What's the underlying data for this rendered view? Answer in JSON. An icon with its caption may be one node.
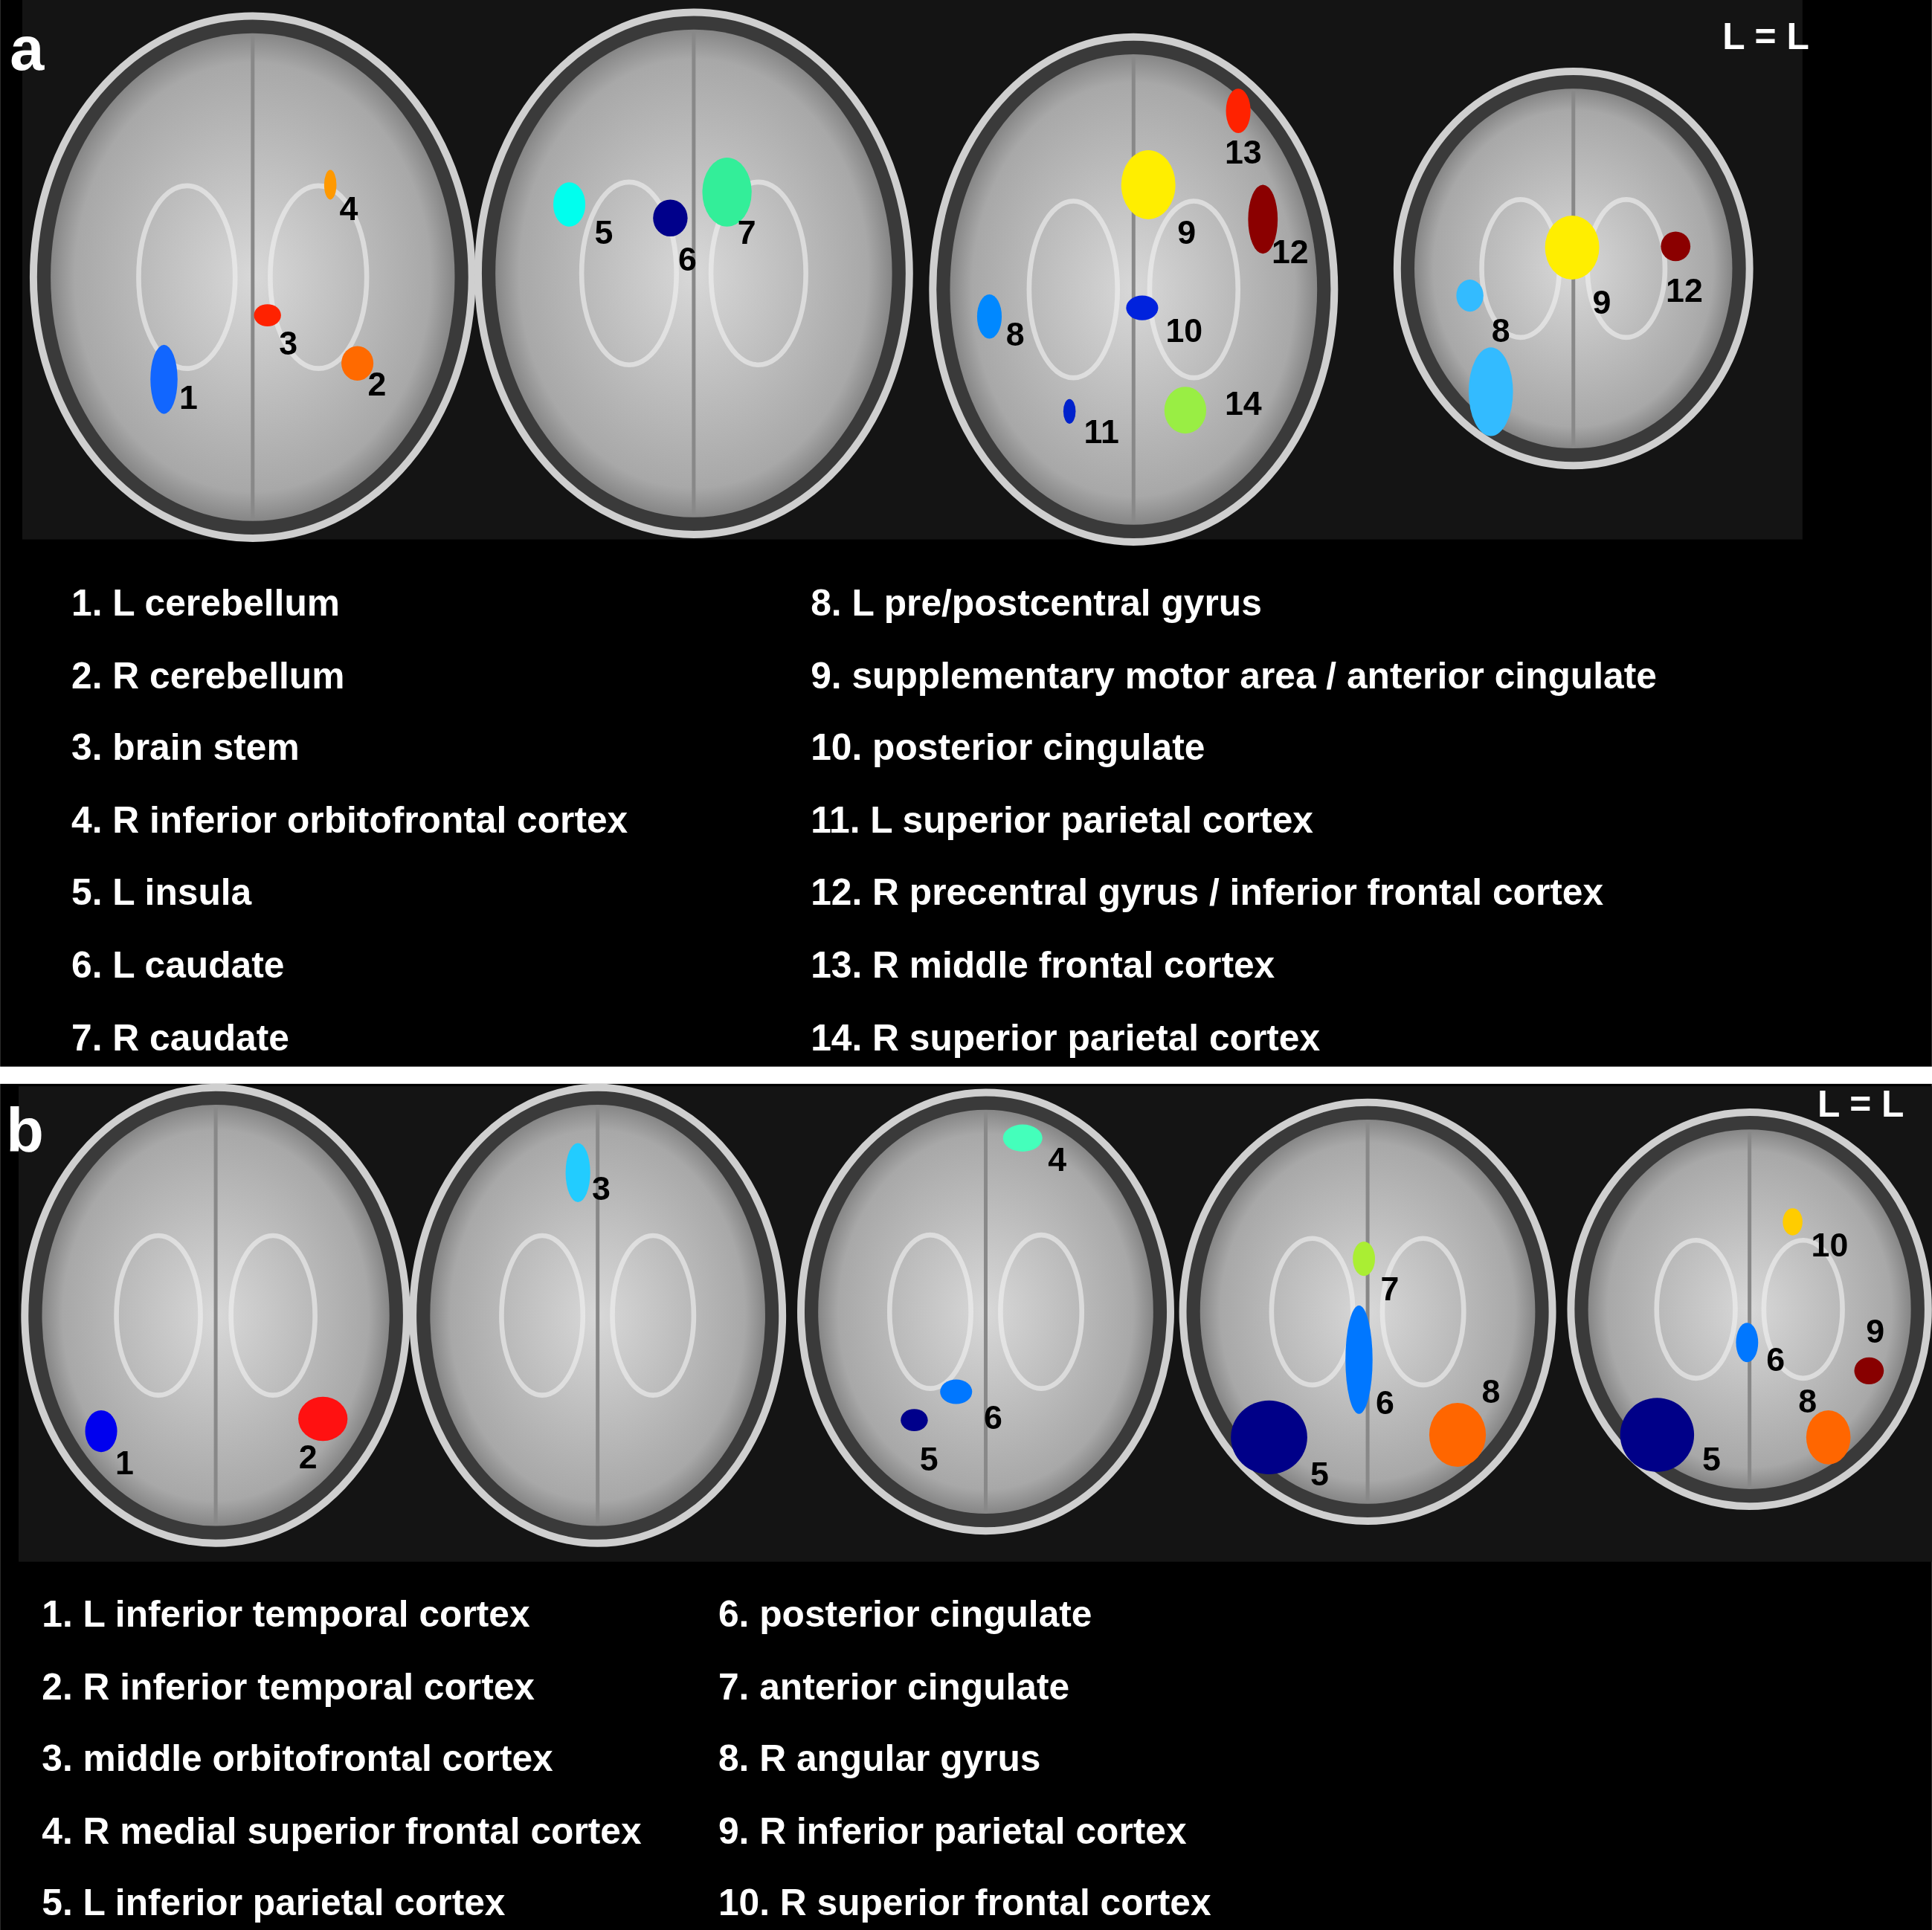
{
  "diagram": {
    "labels": [
      "a",
      "L = L",
      "4",
      "3",
      "1",
      "2",
      "5",
      "6",
      "7",
      "13",
      "9",
      "12",
      "8",
      "10",
      "11",
      "14",
      "9",
      "12",
      "8",
      "1. L cerebellum",
      "2. R cerebellum",
      "3. brain stem",
      "4. R inferior orbitofrontal cortex",
      "5. L insula",
      "6. L caudate",
      "7. R caudate",
      "8. L pre/postcentral gyrus",
      "9. supplementary motor area / anterior cingulate",
      "10. posterior cingulate",
      "11. L superior parietal cortex",
      "12. R precentral gyrus / inferior frontal cortex",
      "13. R middle frontal cortex",
      "14. R superior parietal cortex",
      "b",
      "L = L",
      "1",
      "2",
      "3",
      "4",
      "6",
      "5",
      "7",
      "6",
      "8",
      "5",
      "10",
      "9",
      "6",
      "8",
      "5",
      "1. L inferior temporal cortex",
      "2. R inferior temporal cortex",
      "3. middle orbitofrontal cortex",
      "4. R medial superior frontal cortex",
      "5. L inferior parietal cortex",
      "6. posterior cingulate",
      "7. anterior cingulate",
      "8. R angular gyrus",
      "9. R inferior parietal cortex",
      "10. R superior frontal cortex"
    ]
  }
}
